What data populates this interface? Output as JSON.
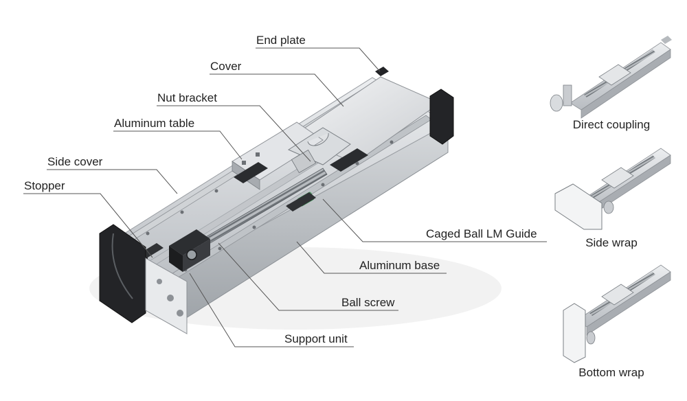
{
  "callouts": {
    "end_plate": "End plate",
    "cover": "Cover",
    "nut_bracket": "Nut bracket",
    "aluminum_table": "Aluminum table",
    "side_cover": "Side cover",
    "stopper": "Stopper",
    "caged_ball_lm_guide": "Caged Ball LM Guide",
    "aluminum_base": "Aluminum base",
    "ball_screw": "Ball screw",
    "support_unit": "Support unit"
  },
  "variants": {
    "direct_coupling": "Direct coupling",
    "side_wrap": "Side wrap",
    "bottom_wrap": "Bottom wrap"
  }
}
